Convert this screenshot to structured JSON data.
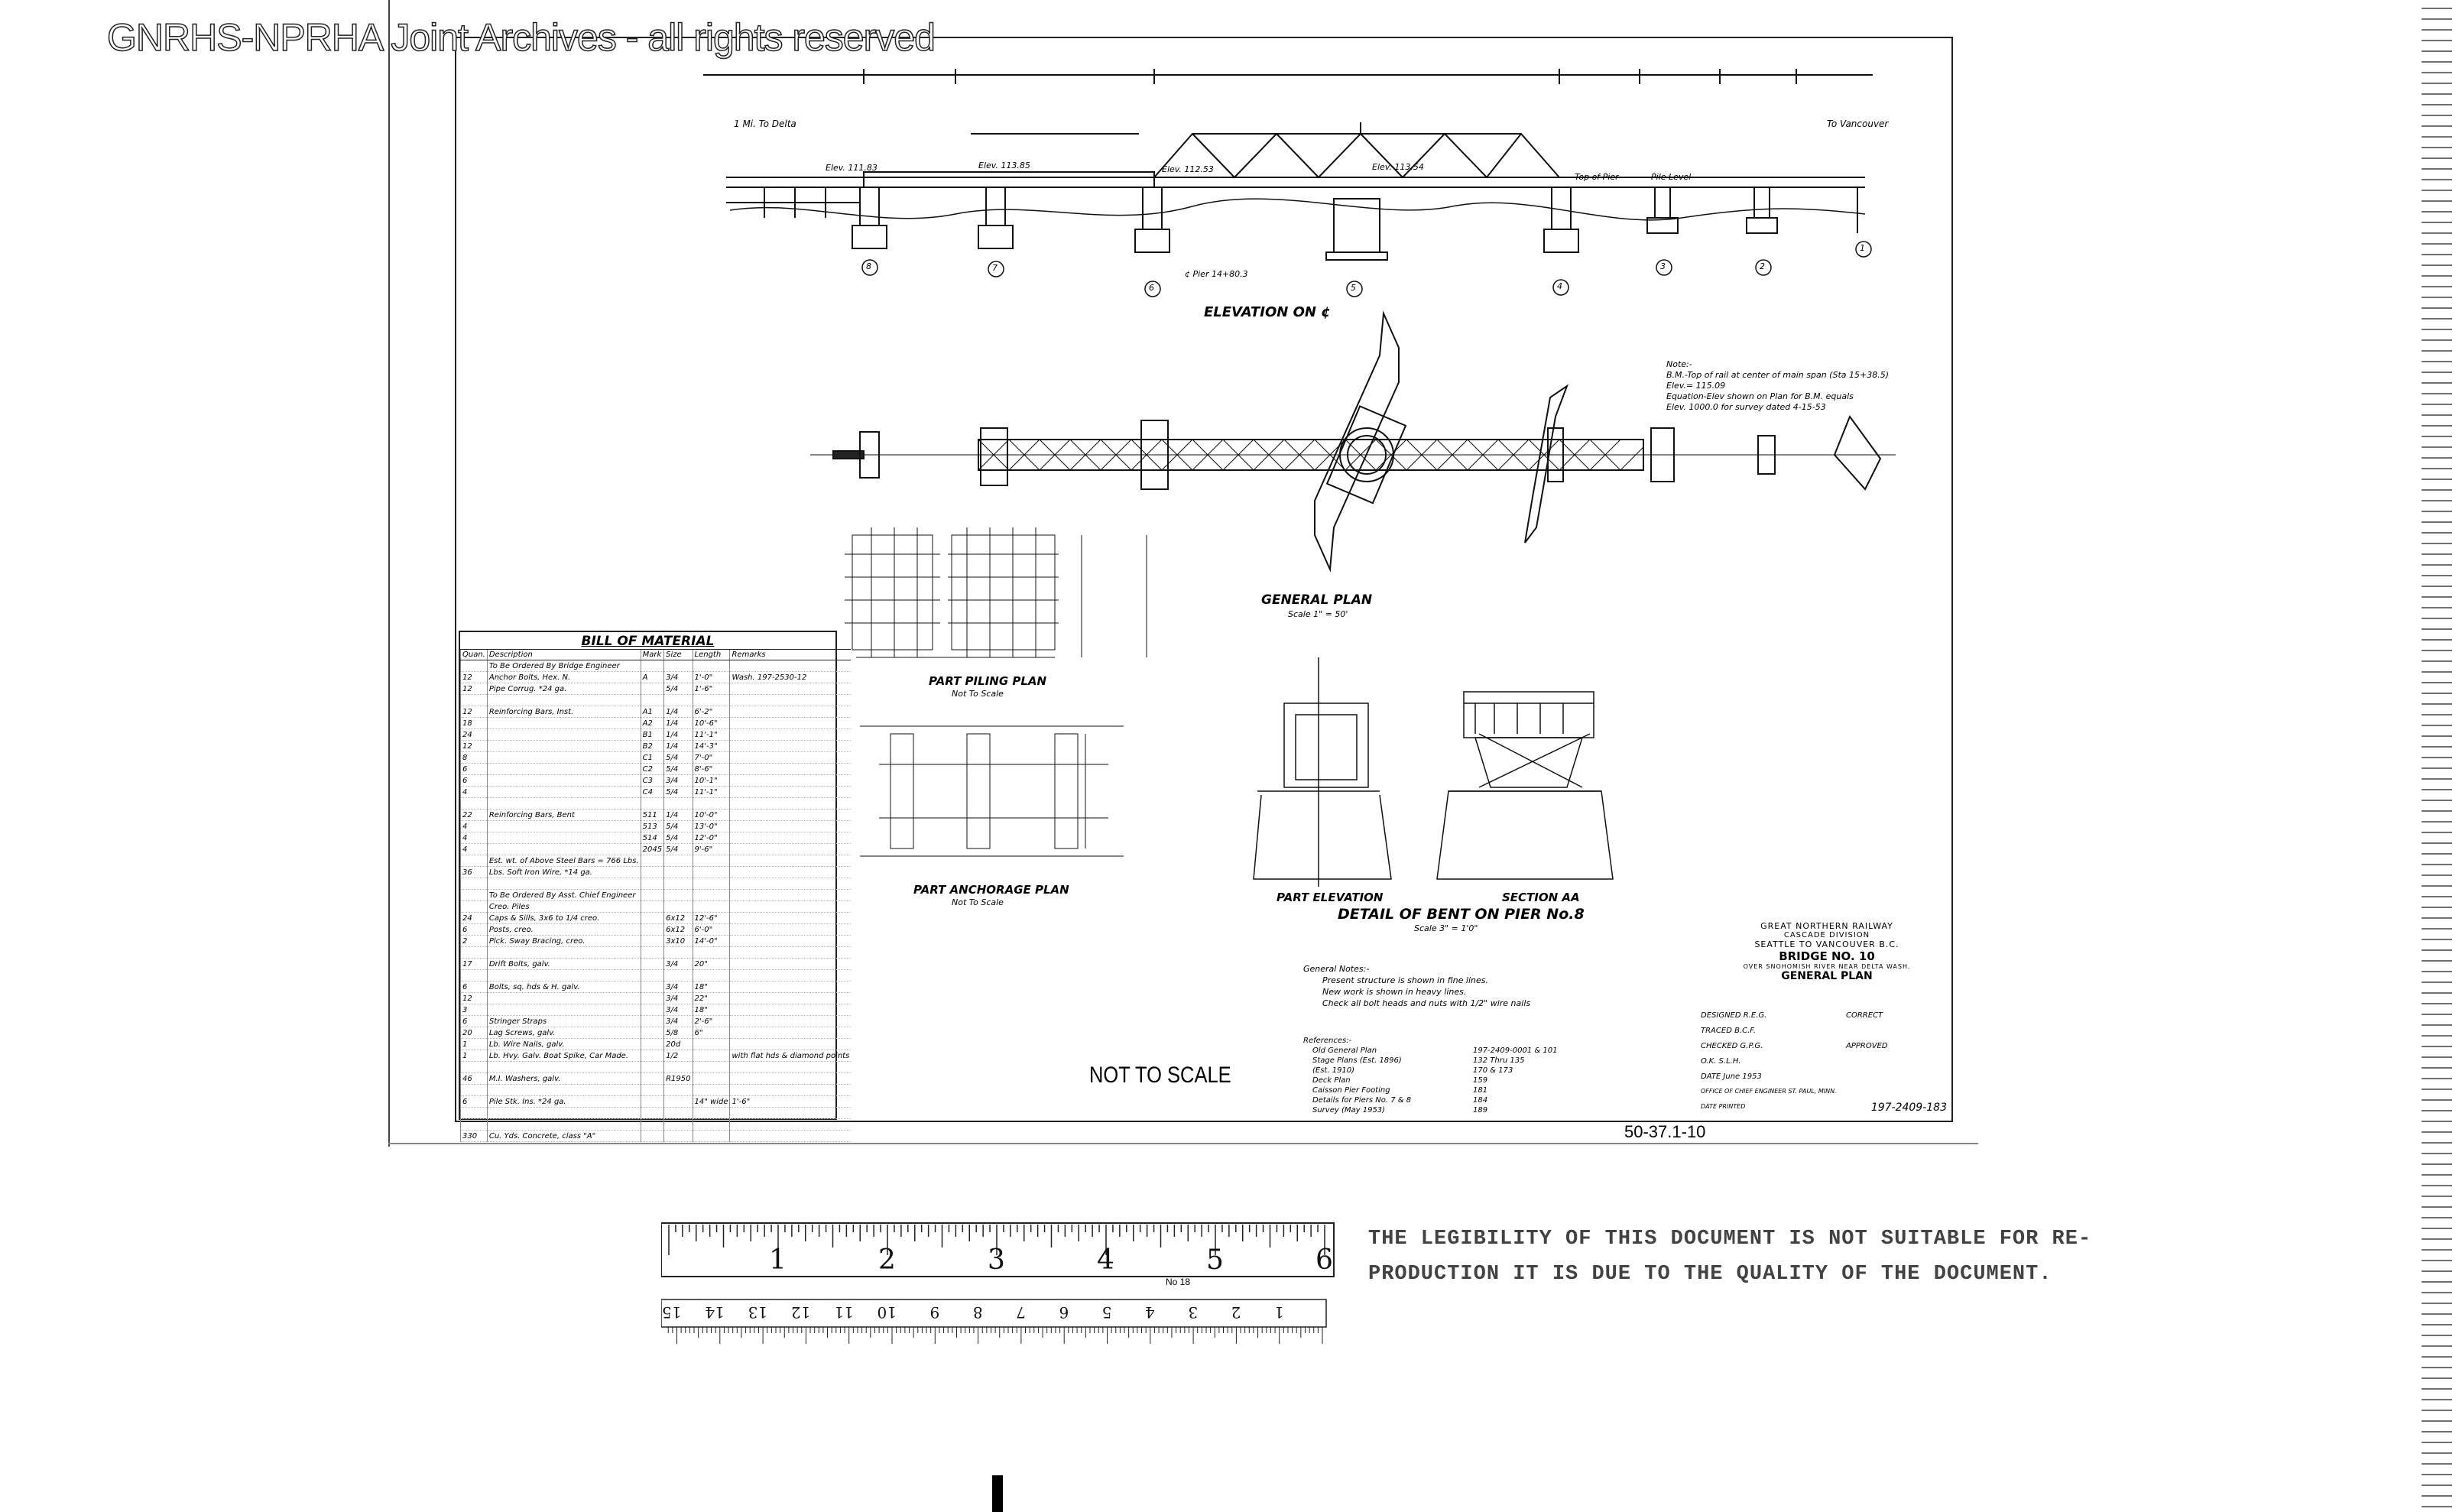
{
  "watermark": "GNRHS-NPRHA Joint Archives - all rights reserved",
  "elevation": {
    "title": "ELEVATION ON ¢",
    "left_label": "1 Mi. To Delta",
    "right_label": "To Vancouver",
    "pier_numbers": [
      "8",
      "7",
      "6",
      "5",
      "4",
      "3",
      "2",
      "1"
    ],
    "annotations": [
      "Elev. 111.83",
      "Elev. 113.85",
      "Elev. 112.53",
      "Elev. 113.54",
      "¢ Pier 14+80.3",
      "Top of Pier",
      "Pile Level"
    ]
  },
  "note_top_right": [
    "Note:-",
    "B.M.-Top of rail at center of main span (Sta 15+38.5)",
    "Elev.= 115.09",
    "Equation-Elev shown on Plan for B.M. equals",
    "Elev. 1000.0 for survey dated 4-15-53"
  ],
  "general_plan": {
    "title": "GENERAL PLAN",
    "scale": "Scale 1\" = 50'"
  },
  "part_piling_plan": {
    "title": "PART PILING PLAN",
    "scale": "Not To Scale"
  },
  "part_anchorage_plan": {
    "title": "PART ANCHORAGE PLAN",
    "scale": "Not To Scale"
  },
  "detail": {
    "part_elevation": "PART ELEVATION",
    "section": "SECTION AA",
    "title": "DETAIL OF BENT ON PIER No.8",
    "scale": "Scale 3\" = 1'0\""
  },
  "general_notes": {
    "heading": "General Notes:-",
    "lines": [
      "Present structure is shown in fine lines.",
      "New work is shown in heavy lines.",
      "Check all bolt heads and nuts with 1/2\" wire nails"
    ]
  },
  "references": {
    "heading": "References:-",
    "rows": [
      {
        "item": "Old General Plan",
        "ref": "197-2409-0001 & 101"
      },
      {
        "item": "Stage Plans (Est. 1896)",
        "ref": "132 Thru 135"
      },
      {
        "item": "(Est. 1910)",
        "ref": "170 & 173"
      },
      {
        "item": "Deck Plan",
        "ref": "159"
      },
      {
        "item": "Caisson Pier Footing",
        "ref": "181"
      },
      {
        "item": "Details for Piers No. 7 & 8",
        "ref": "184"
      },
      {
        "item": "Survey (May 1953)",
        "ref": "189"
      }
    ]
  },
  "bill_of_material": {
    "title": "BILL OF MATERIAL",
    "columns": [
      "Quan.",
      "Description",
      "Mark",
      "Size",
      "Length",
      "Remarks"
    ],
    "rows": [
      [
        "",
        "To Be Ordered By Bridge Engineer",
        "",
        "",
        "",
        ""
      ],
      [
        "12",
        "Anchor Bolts, Hex. N.",
        "A",
        "3/4",
        "1'-0\"",
        "Wash. 197-2530-12"
      ],
      [
        "12",
        "Pipe Corrug. *24 ga.",
        "",
        "5/4",
        "1'-6\"",
        ""
      ],
      [
        "",
        "",
        "",
        "",
        "",
        ""
      ],
      [
        "12",
        "Reinforcing Bars, Inst.",
        "A1",
        "1/4",
        "6'-2\"",
        ""
      ],
      [
        "18",
        "",
        "A2",
        "1/4",
        "10'-6\"",
        ""
      ],
      [
        "24",
        "",
        "B1",
        "1/4",
        "11'-1\"",
        ""
      ],
      [
        "12",
        "",
        "B2",
        "1/4",
        "14'-3\"",
        ""
      ],
      [
        "8",
        "",
        "C1",
        "5/4",
        "7'-0\"",
        ""
      ],
      [
        "6",
        "",
        "C2",
        "5/4",
        "8'-6\"",
        ""
      ],
      [
        "6",
        "",
        "C3",
        "3/4",
        "10'-1\"",
        ""
      ],
      [
        "4",
        "",
        "C4",
        "5/4",
        "11'-1\"",
        ""
      ],
      [
        "",
        "",
        "",
        "",
        "",
        ""
      ],
      [
        "22",
        "Reinforcing Bars, Bent",
        "511",
        "1/4",
        "10'-0\"",
        ""
      ],
      [
        "4",
        "",
        "513",
        "5/4",
        "13'-0\"",
        ""
      ],
      [
        "4",
        "",
        "514",
        "5/4",
        "12'-0\"",
        ""
      ],
      [
        "4",
        "",
        "2045",
        "5/4",
        "9'-6\"",
        ""
      ],
      [
        "",
        "Est. wt. of Above Steel Bars = 766 Lbs.",
        "",
        "",
        "",
        ""
      ],
      [
        "36",
        "Lbs. Soft Iron Wire, *14 ga.",
        "",
        "",
        "",
        ""
      ],
      [
        "",
        "",
        "",
        "",
        "",
        ""
      ],
      [
        "",
        "To Be Ordered By Asst. Chief Engineer",
        "",
        "",
        "",
        ""
      ],
      [
        "",
        "Creo. Piles",
        "",
        "",
        "",
        ""
      ],
      [
        "24",
        "Caps & Sills, 3x6 to 1/4 creo.",
        "",
        "6x12",
        "12'-6\"",
        ""
      ],
      [
        "6",
        "Posts, creo.",
        "",
        "6x12",
        "6'-0\"",
        ""
      ],
      [
        "2",
        "Plck. Sway Bracing, creo.",
        "",
        "3x10",
        "14'-0\"",
        ""
      ],
      [
        "",
        "",
        "",
        "",
        "",
        ""
      ],
      [
        "17",
        "Drift Bolts, galv.",
        "",
        "3/4",
        "20\"",
        ""
      ],
      [
        "",
        "",
        "",
        "",
        "",
        ""
      ],
      [
        "6",
        "Bolts, sq. hds & H. galv.",
        "",
        "3/4",
        "18\"",
        ""
      ],
      [
        "12",
        "",
        "",
        "3/4",
        "22\"",
        ""
      ],
      [
        "3",
        "",
        "",
        "3/4",
        "18\"",
        ""
      ],
      [
        "6",
        "Stringer Straps",
        "",
        "3/4",
        "2'-6\"",
        ""
      ],
      [
        "20",
        "Lag Screws, galv.",
        "",
        "5/8",
        "6\"",
        ""
      ],
      [
        "1",
        "Lb. Wire Nails, galv.",
        "",
        "20d",
        "",
        ""
      ],
      [
        "1",
        "Lb. Hvy. Galv. Boat Spike, Car Made.",
        "",
        "1/2",
        "",
        "with flat hds & diamond points"
      ],
      [
        "",
        "",
        "",
        "",
        "",
        ""
      ],
      [
        "46",
        "M.I. Washers, galv.",
        "",
        "R1950",
        "",
        ""
      ],
      [
        "",
        "",
        "",
        "",
        "",
        ""
      ],
      [
        "6",
        "Pile Stk. Ins. *24 ga.",
        "",
        "",
        "14\" wide",
        "1'-6\""
      ],
      [
        "",
        "",
        "",
        "",
        "",
        ""
      ],
      [
        "",
        "",
        "",
        "",
        "",
        ""
      ],
      [
        "330",
        "Cu. Yds. Concrete, class \"A\"",
        "",
        "",
        "",
        ""
      ]
    ]
  },
  "not_to_scale": "NOT TO SCALE",
  "drawing_number": "50-37.1-10",
  "title_block": {
    "railway": "GREAT NORTHERN RAILWAY",
    "division": "CASCADE DIVISION",
    "route": "SEATTLE TO VANCOUVER B.C.",
    "bridge": "BRIDGE NO. 10",
    "location": "OVER SNOHOMISH RIVER NEAR DELTA WASH.",
    "sheet_title": "GENERAL PLAN",
    "designed": "DESIGNED  R.E.G.",
    "correct": "CORRECT",
    "traced": "TRACED  B.C.F.",
    "checked": "CHECKED  G.P.G.",
    "approved": "APPROVED",
    "ok": "O.K.  S.L.H.",
    "date": "DATE  June 1953",
    "office": "OFFICE OF CHIEF ENGINEER  ST. PAUL, MINN.",
    "date_printed": "DATE PRINTED",
    "number": "197-2409-183"
  },
  "ruler": {
    "top_numbers": [
      "1",
      "2",
      "3",
      "4",
      "5",
      "6"
    ],
    "tag": "No 18",
    "bottom_numbers": [
      "1",
      "2",
      "3",
      "4",
      "5",
      "6",
      "7",
      "8",
      "9",
      "10",
      "11",
      "12",
      "13",
      "14",
      "15"
    ]
  },
  "quality_note": [
    "THE LEGIBILITY OF THIS DOCUMENT IS NOT SUITABLE FOR RE-",
    "PRODUCTION IT IS DUE TO THE QUALITY OF THE DOCUMENT."
  ]
}
